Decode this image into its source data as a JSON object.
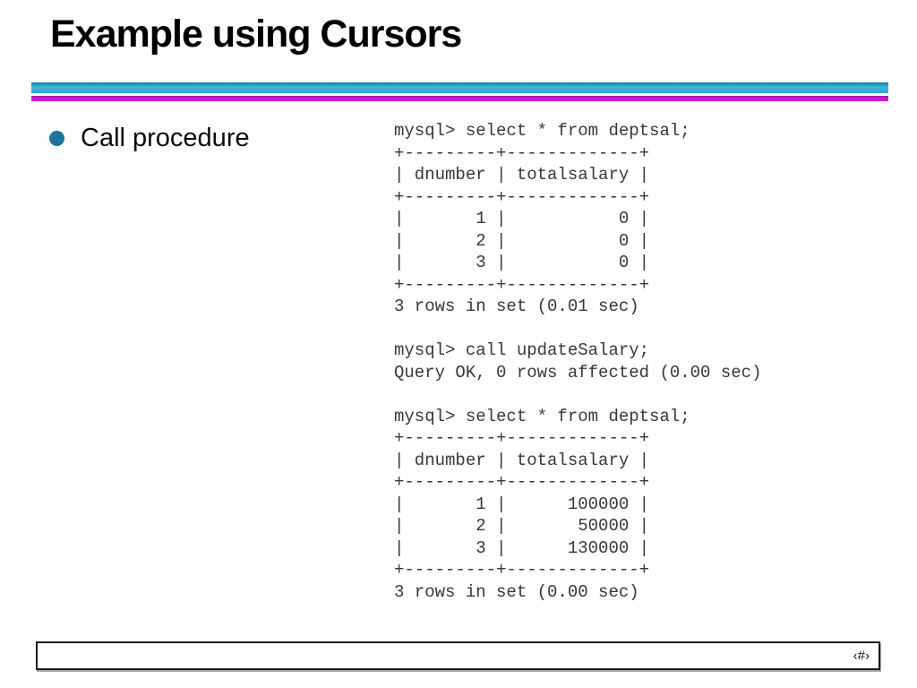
{
  "theme": {
    "title-color": "#000000",
    "teal-bar": "#29a7c9",
    "magenta-bar": "#dd13dd",
    "magenta-bar-dark": "#a21cb2",
    "bullet-dot": "#1c74a0",
    "console-color": "#383838",
    "footer-border": "#1a1a1a"
  },
  "slide": {
    "title": "Example using Cursors",
    "bullet_label": "Call procedure",
    "footer": {
      "page_number": "‹#›"
    }
  },
  "console": {
    "lines": [
      "mysql> select * from deptsal;",
      "+---------+-------------+",
      "| dnumber | totalsalary |",
      "+---------+-------------+",
      "|       1 |           0 |",
      "|       2 |           0 |",
      "|       3 |           0 |",
      "+---------+-------------+",
      "3 rows in set (0.01 sec)",
      "",
      "mysql> call updateSalary;",
      "Query OK, 0 rows affected (0.00 sec)",
      "",
      "mysql> select * from deptsal;",
      "+---------+-------------+",
      "| dnumber | totalsalary |",
      "+---------+-------------+",
      "|       1 |      100000 |",
      "|       2 |       50000 |",
      "|       3 |      130000 |",
      "+---------+-------------+",
      "3 rows in set (0.00 sec)"
    ],
    "result_tables": [
      {
        "columns": [
          "dnumber",
          "totalsalary"
        ],
        "rows": [
          [
            1,
            0
          ],
          [
            2,
            0
          ],
          [
            3,
            0
          ]
        ],
        "status": "3 rows in set (0.01 sec)"
      },
      {
        "columns": [
          "dnumber",
          "totalsalary"
        ],
        "rows": [
          [
            1,
            100000
          ],
          [
            2,
            50000
          ],
          [
            3,
            130000
          ]
        ],
        "status": "3 rows in set (0.00 sec)"
      }
    ]
  }
}
